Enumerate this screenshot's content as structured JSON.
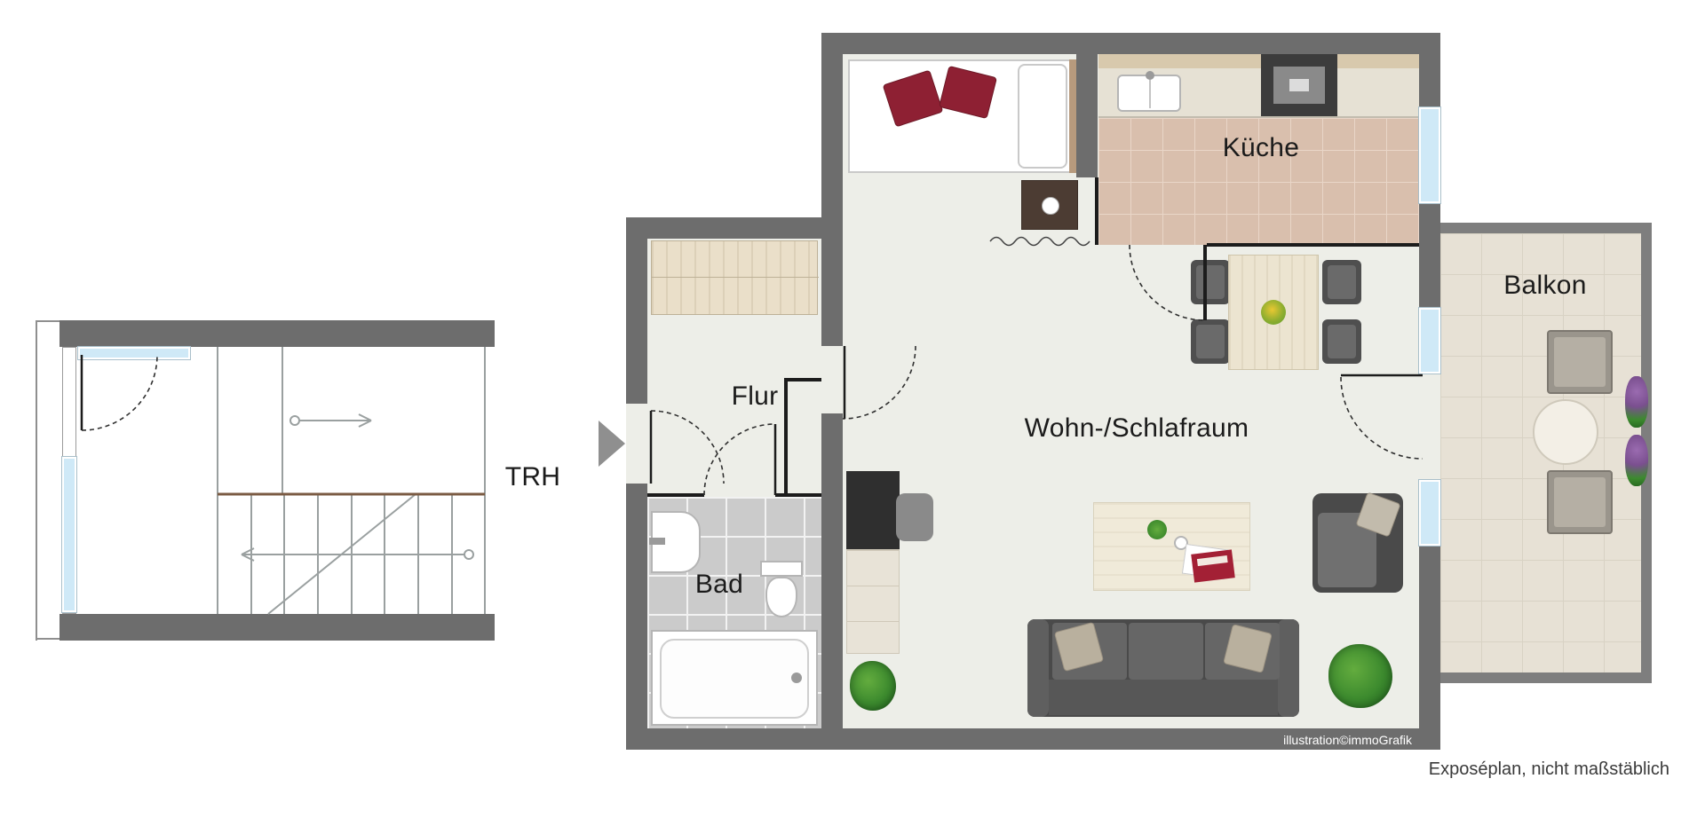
{
  "labels": {
    "staircase": "TRH",
    "hallway": "Flur",
    "bathroom": "Bad",
    "kitchen": "Küche",
    "balcony": "Balkon",
    "living_room": "Wohn-/Schlafraum"
  },
  "footer": {
    "credit": "illustration©immoGrafik",
    "disclaimer": "Exposéplan, nicht maßstäblich"
  },
  "colors": {
    "wall": "#6d6d6d",
    "interior_wall": "#1c1c1c",
    "floor": "#edeee8",
    "kitchen_tile": "#d9bfad",
    "bath_tile": "#cbcbcb",
    "balcony_tile": "#e7e1d5",
    "window_glass": "#cfe9f7",
    "wood": "#ece4d0",
    "furniture_dark": "#4a4a4a",
    "pillow_red": "#8e2033",
    "plant_green": "#3c8a2e"
  }
}
